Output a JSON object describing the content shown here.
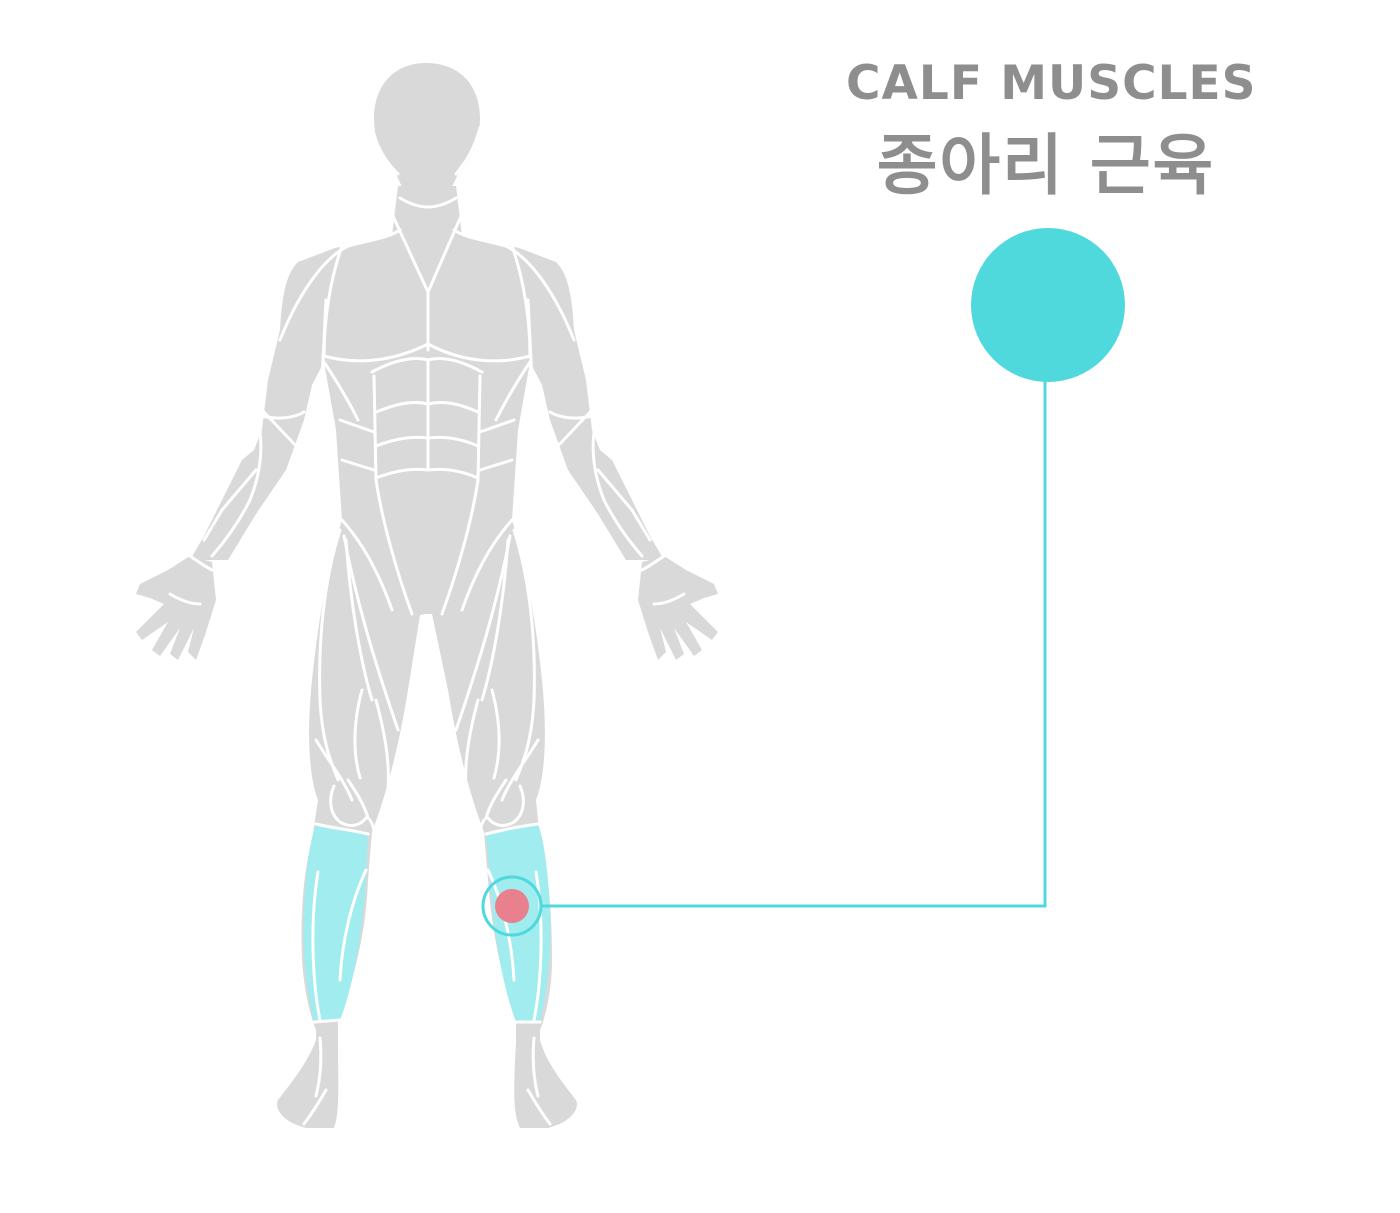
{
  "label": {
    "english": "CALF MUSCLES",
    "korean": "종아리 근육"
  },
  "colors": {
    "background": "#ffffff",
    "body_fill": "#d9d9d9",
    "muscle_lines": "#ffffff",
    "highlight": "#a0ecef",
    "accent": "#4fd9dc",
    "marker": "#e8808e",
    "text": "#8e8e8e"
  },
  "highlighted_region": "calf-muscles"
}
